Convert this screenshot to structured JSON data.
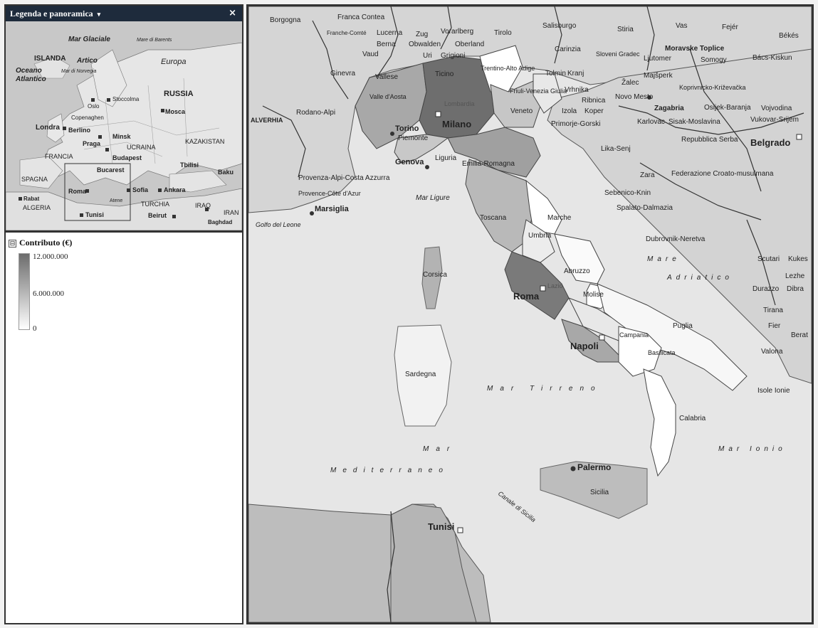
{
  "panel": {
    "title": "Legenda e panoramica",
    "dropdown_glyph": "▾",
    "close_glyph": "×"
  },
  "overview": {
    "labels": [
      "Mar Glaciale",
      "Artico",
      "Mare di Barents",
      "ISLANDA",
      "Oceano",
      "Atlantico",
      "Mar di Norvegia",
      "Europa",
      "RUSSIA",
      "Oslo",
      "Stoccolma",
      "Copenaghen",
      "Mosca",
      "Londra",
      "Berlino",
      "Praga",
      "Minsk",
      "UCRAINA",
      "KAZAKISTAN",
      "FRANCIA",
      "Budapest",
      "Tbilisi",
      "Baku",
      "SPAGNA",
      "Roma",
      "Bucarest",
      "Sofia",
      "Ankara",
      "TURCHIA",
      "Rabat",
      "ALGERIA",
      "Tunisi",
      "Beirut",
      "Baghdad",
      "IRAQ",
      "IRAN",
      "Atene"
    ]
  },
  "legend": {
    "title": "Contributo (€)",
    "toggle": "⊟",
    "max_label": "12.000.000",
    "mid_label": "6.000.000",
    "min_label": "0",
    "color_max": "#6c6c6c",
    "color_min": "#ffffff"
  },
  "map": {
    "land_color": "#d9d9d9",
    "sea_color": "#e4e4e4",
    "labels": {
      "borgogna": "Borgogna",
      "franca_contea": "Franca Contea",
      "franche_comte": "Franche-Comté",
      "lucerna": "Lucerna",
      "zug": "Zug",
      "vorarlberg": "Vorarlberg",
      "tirolo": "Tirolo",
      "salisburgo": "Salisburgo",
      "stiria": "Stiria",
      "vas": "Vas",
      "fejer": "Fejér",
      "bekes": "Békés",
      "berna": "Berna",
      "obwalden": "Obwalden",
      "oberland": "Oberland",
      "vaud": "Vaud",
      "uri": "Uri",
      "grigioni": "Grigioni",
      "carinzia": "Carinzia",
      "sloveni_grad": "Sloveni Gradec",
      "moravske": "Moravske Toplice",
      "letomer": "Ljutomer",
      "somogy": "Somogy",
      "bacs": "Bács-Kiskun",
      "ginevra": "Ginevra",
      "vallese": "Vallese",
      "ticino": "Ticino",
      "trentino": "Trentino-Alto Adige",
      "tolmin": "Tolmin",
      "kranj": "Kranj",
      "zalec": "Žalec",
      "majsperk": "Majšperk",
      "koprivnicko": "Koprivnicko-Križevačka",
      "valle_aosta": "Valle d'Aosta",
      "lombardia": "Lombardia",
      "friuli": "Friuli-Venezia Giulia",
      "vrhnika": "Vrhnika",
      "ribnica": "Ribnica",
      "novo_mesto": "Novo Mesto",
      "zagabria": "Zagabria",
      "osijek": "Osijek-Baranja",
      "vojvodina": "Vojvodina",
      "rodano": "Rodano-Alpi",
      "veneto": "Veneto",
      "izola": "Izola",
      "kopar": "Koper",
      "karlovac": "Karlovac",
      "sisak": "Sisak-Moslavina",
      "vukovar": "Vukovar-Srijem",
      "alverhia": "ALVERHIA",
      "torino": "Torino",
      "piemonte": "Piemonte",
      "milano": "Milano",
      "primorje": "Primorje-Gorski",
      "repubblica_serba": "Repubblica Serba",
      "belgrado": "Belgrado",
      "genova": "Genova",
      "liguria": "Liguria",
      "emilia": "Emilia-Romagna",
      "lika": "Lika-Senj",
      "zara": "Zara",
      "federazione": "Federazione Croato-musulmana",
      "provenza": "Provenza-Alpi-Costa Azzurra",
      "provence": "Provence-Côte d'Azur",
      "mar_ligure": "Mar Ligure",
      "marsiglia": "Marsiglia",
      "toscana": "Toscana",
      "sebenico": "Sebenico-Knin",
      "spalato": "Spalato-Dalmazia",
      "golfo_leone": "Golfo del Leone",
      "marche": "Marche",
      "umbria": "Umbria",
      "dubrovnik": "Dubrovnik-Neretva",
      "mare": "Mare",
      "adriatico": "Adriatico",
      "scutari": "Scutari",
      "kukes": "Kukes",
      "lezhe": "Lezhe",
      "corsica": "Corsica",
      "abruzzo": "Abruzzo",
      "roma": "Roma",
      "lazio": "Lazio",
      "molise": "Molise",
      "durazzo": "Durazzo",
      "dibra": "Dibra",
      "tirana": "Tirana",
      "fier": "Fier",
      "berat": "Berat",
      "puglia": "Puglia",
      "campania": "Campania",
      "napoli": "Napoli",
      "basilicata": "Basilicata",
      "valona": "Valona",
      "sardegna": "Sardegna",
      "mar_tirreno": "Mar Tirreno",
      "isole_ionie": "Isole Ionie",
      "calabria": "Calabria",
      "mar": "Mar",
      "mar_ionio": "Mar Ionio",
      "mediterraneo": "Mediterraneo",
      "palermo": "Palermo",
      "sicilia": "Sicilia",
      "canale_sicilia": "Canale di Sicilia",
      "tunisi": "Tunisi"
    }
  }
}
